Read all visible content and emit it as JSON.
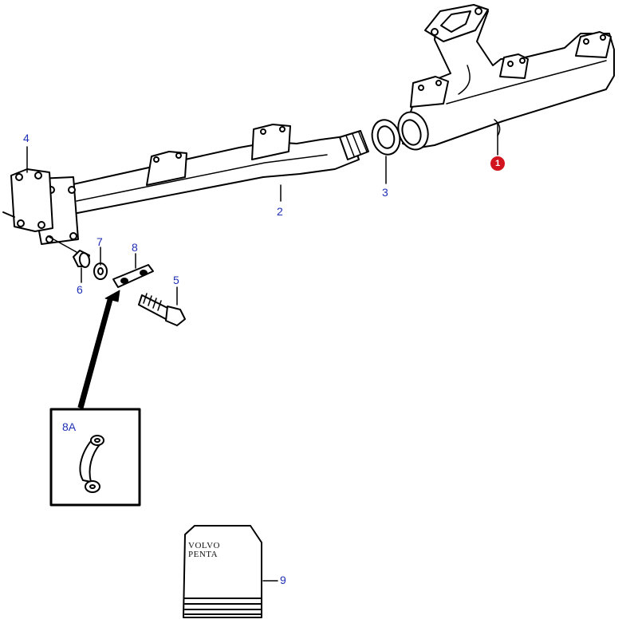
{
  "callouts": {
    "part_1": "1",
    "part_2": "2",
    "part_3": "3",
    "part_4": "4",
    "part_5": "5",
    "part_6": "6",
    "part_7": "7",
    "part_8": "8",
    "detail_8a": "8A",
    "part_9": "9"
  },
  "manual": {
    "brand_line1": "VOLVO",
    "brand_line2": "PENTA"
  },
  "colors": {
    "callout_text": "#1f2fb4",
    "highlight_badge": "#d2141e",
    "line_art": "#000000"
  }
}
